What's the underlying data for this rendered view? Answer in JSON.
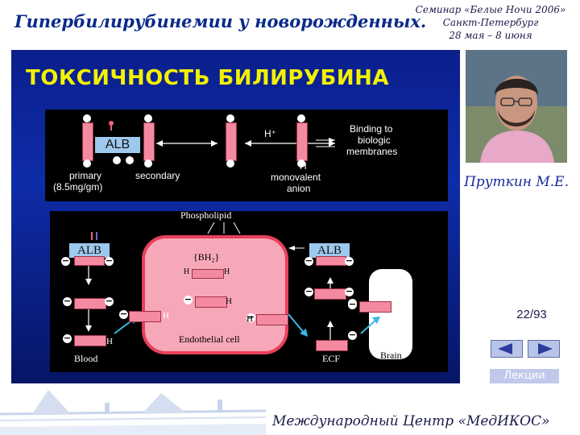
{
  "header": {
    "title": "Гипербилирубинемии у новорожденных.",
    "seminar_lines": [
      "Семинар «Белые Ночи 2006»",
      "Санкт-Петербург",
      "28 мая – 8 июня"
    ]
  },
  "slide": {
    "title": "ТОКСИЧНОСТЬ БИЛИРУБИНА",
    "top_diagram": {
      "alb_label": "ALB",
      "h_plus": "H⁺",
      "binding_text": [
        "Binding to",
        "biologic",
        "membranes"
      ],
      "primary_label": [
        "primary",
        "(8.5mg/gm)"
      ],
      "secondary_label": "secondary",
      "h_label": "H",
      "monovalent_label": [
        "monovalent",
        "anion"
      ]
    },
    "bottom_diagram": {
      "phospholipid": "Phospholipid",
      "alb_left": "ALB",
      "alb_right": "ALB",
      "bh2": "{BH₂}",
      "h": "H",
      "endothelial": "Endothelial cell",
      "blood": "Blood",
      "ecf": "ECF",
      "brain": "Brain"
    }
  },
  "author": "Пруткин М.Е.",
  "navigation": {
    "counter": "22/93",
    "prev_icon": "left-arrow-icon",
    "next_icon": "right-arrow-icon",
    "lectures_label": "Лекции"
  },
  "footer": "Международный Центр «МедИКОС»"
}
